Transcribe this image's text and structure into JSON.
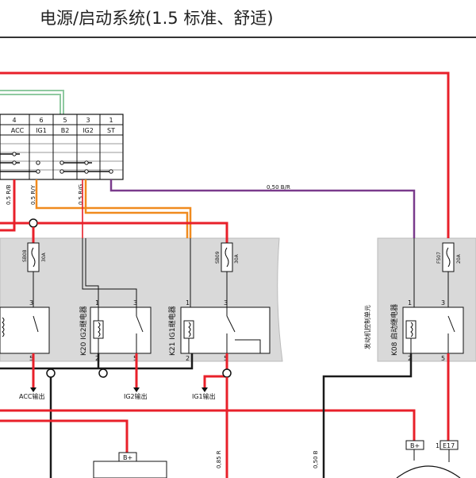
{
  "title": "电源/启动系统(1.5 标准、舒适)",
  "colors": {
    "red": "#e8202a",
    "black": "#1a1a1a",
    "purple": "#7a3b8c",
    "orange": "#f08a1e",
    "green": "#8fc9a0",
    "panel": "#d9d9d9"
  },
  "switch": {
    "pins": [
      "4",
      "6",
      "5",
      "3",
      "1"
    ],
    "positions": [
      "ACC",
      "IG1",
      "B2",
      "IG2",
      "ST"
    ]
  },
  "wires": {
    "rb": "0.5 R/B",
    "ry": "0.5 R/Y",
    "rg": "0.5 R/G",
    "bfr": "0,50 B/R",
    "r085": "0,85 R",
    "b050": "0,50 B"
  },
  "fuses": {
    "sb08": "SB08",
    "sb08_amp": "30A",
    "sb09": "SB09",
    "sb09_amp": "30A",
    "f507": "F507",
    "f507_amp": "20A"
  },
  "relays": {
    "k20": "K20 IG2继电器",
    "k21": "K21 IG1继电器",
    "k08": "K08 启动继电器",
    "pin1": "1",
    "pin2": "2",
    "pin3": "3",
    "pin5": "5"
  },
  "ecu_note": "发动机控制单元",
  "outputs": {
    "acc": "ACC输出",
    "ig2": "IG2输出",
    "ig1": "IG1输出"
  },
  "connectors": {
    "bplus": "B+",
    "bplus2": "B+",
    "e17_pin": "1",
    "e17": "E17"
  }
}
